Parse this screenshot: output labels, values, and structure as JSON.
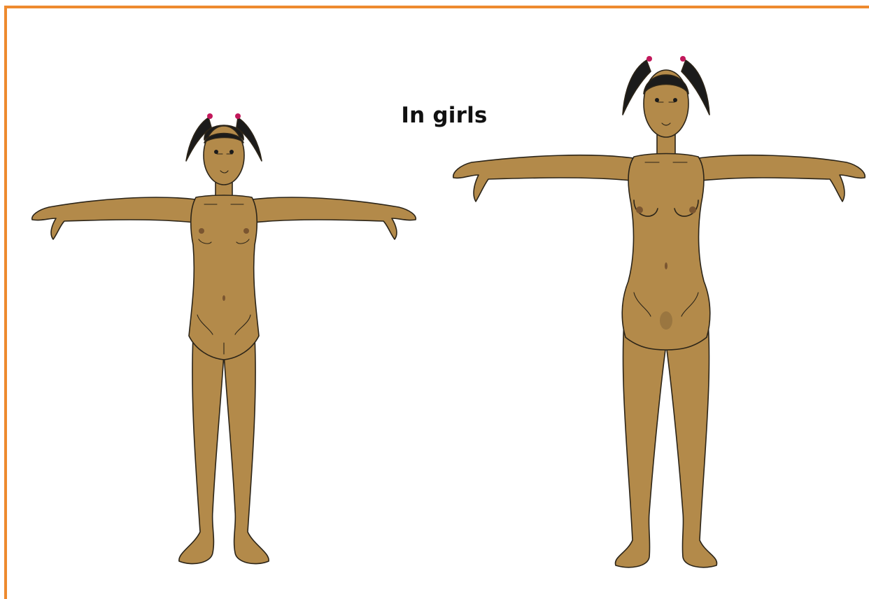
{
  "heading": "In girls",
  "figures": [
    {
      "id": "younger",
      "stage": "before-puberty"
    },
    {
      "id": "older",
      "stage": "after-puberty"
    }
  ],
  "colors": {
    "border": "#ee8a2e",
    "skin": "#b38a4a",
    "outline": "#2b2418",
    "hair": "#1b1b1b",
    "hair_tie": "#c2185b",
    "nipple": "#7a5530",
    "heading_text": "#111111"
  }
}
